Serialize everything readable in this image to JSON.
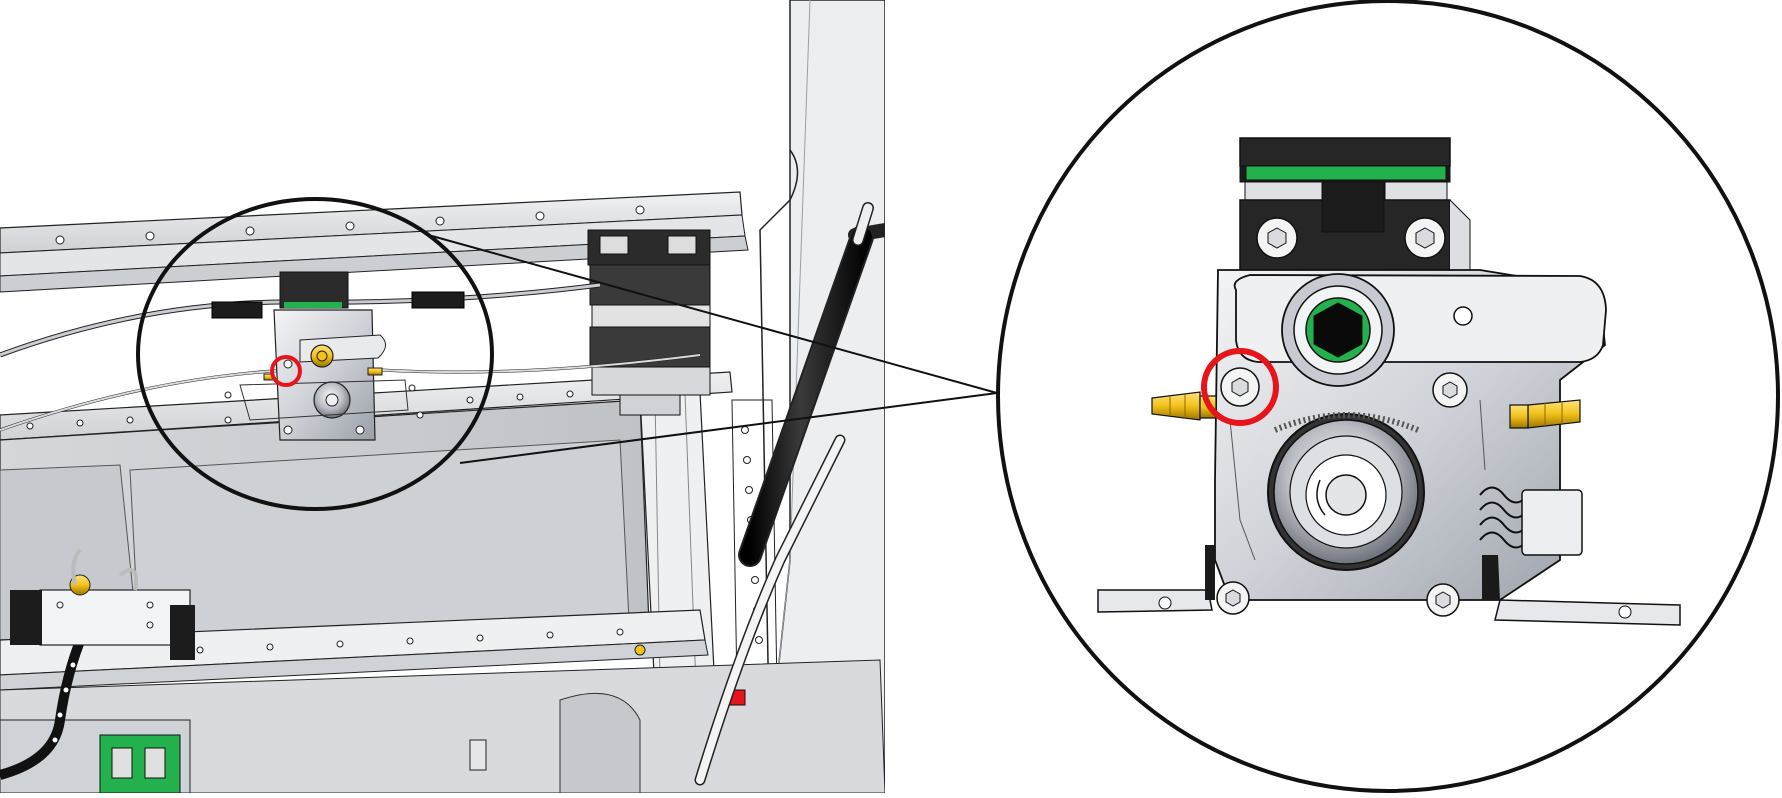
{
  "figure": {
    "kind": "technical-illustration",
    "panels": [
      "overview-printer-interior",
      "zoomed-extruder-detail"
    ],
    "callout": {
      "type": "magnifier-circle",
      "highlighted_part": "screw",
      "highlight_color": "#e8141b"
    }
  },
  "colors": {
    "background": "#ffffff",
    "outline": "#111111",
    "metal_light": "#e4e6ea",
    "metal_mid": "#c4c7cd",
    "metal_dark": "#8c9099",
    "motor_dark": "#2a2a2a",
    "pcb_green": "#22b14c",
    "brass": "#f2c21a",
    "highlight_red": "#e8141b"
  }
}
